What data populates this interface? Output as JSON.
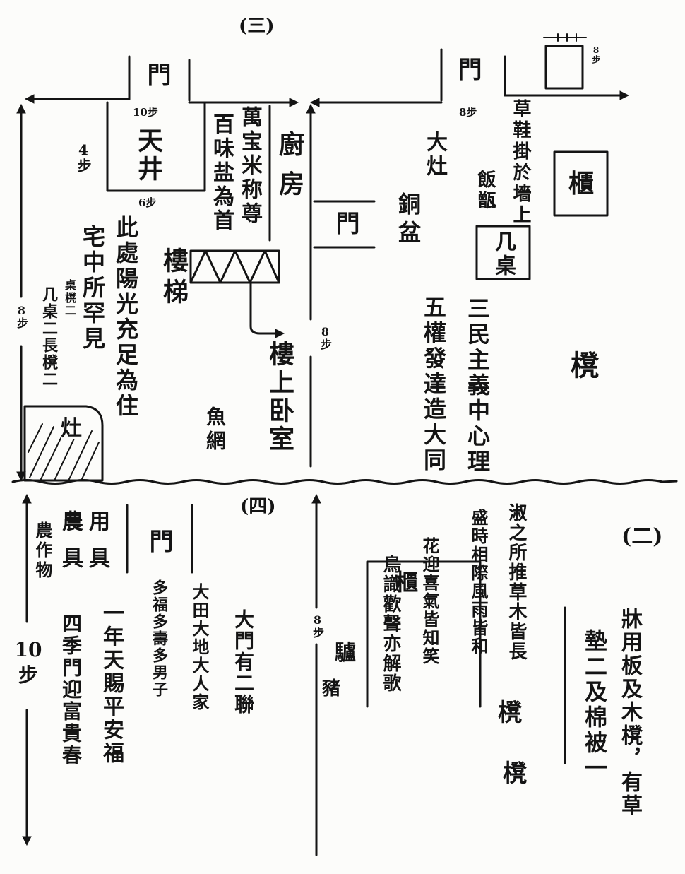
{
  "colors": {
    "ink": "#141414",
    "paper": "#fcfcfa"
  },
  "section_three": {
    "title": "(三)",
    "left": {
      "door": "門",
      "courtyard_width": "10步",
      "courtyard": "天井",
      "courtyard_depth": "4步",
      "courtyard_bottom": "6步",
      "kitchen_couplet_right": "萬宝米称尊",
      "kitchen_couplet_left": "百味盐為首",
      "kitchen": "廚房",
      "note_sunlight": "此處陽光充足為住",
      "note_rare": "宅中所罕見",
      "furniture_table_bench": "桌櫈二",
      "furniture_list": "几桌二長櫈二",
      "stairs": "樓梯",
      "stove": "灶",
      "fishing_net": "魚網",
      "upstairs_bedroom": "樓上卧室",
      "side_depth": "8步"
    },
    "right": {
      "door": "門",
      "box_size": "8步",
      "front_width": "8步",
      "straw_sandals": "草鞋掛於墻上",
      "cabinet": "櫃",
      "big_stove": "大灶",
      "rice_steamer": "飯甑",
      "small_table": "几桌",
      "copper_basin": "銅盆",
      "inner_door": "門",
      "couplet_right": "三民主義中心理",
      "couplet_left": "五權發達造大同",
      "bench": "櫈",
      "side_depth": "8步"
    }
  },
  "section_four": {
    "title": "(四)",
    "tools": "用具",
    "farm_tools": "農具",
    "crops": "農作物",
    "door": "門",
    "side_depth": "10步",
    "gate_note": "大門有二聯",
    "couplet_a_right": "大田大地大人家",
    "couplet_a_left": "多福多壽多男子",
    "couplet_b_right": "一年天賜平安福",
    "couplet_b_left": "四季門迎富貴春"
  },
  "section_two": {
    "title": "(二)",
    "side_depth": "8步",
    "donkey": "驢",
    "pig": "豬",
    "couplet_a_right": "淑之所推草木皆長",
    "couplet_a_left": "盛時相際風雨皆和",
    "couplet_b_right": "花迎喜氣皆知笑",
    "couplet_b_left": "鳥識歡聲亦解歌",
    "cabinet": "櫃",
    "bench_1": "櫈",
    "bench_2": "櫈",
    "bed_note_1": "牀用板及木櫈，有草",
    "bed_note_2": "墊二及棉被一"
  }
}
